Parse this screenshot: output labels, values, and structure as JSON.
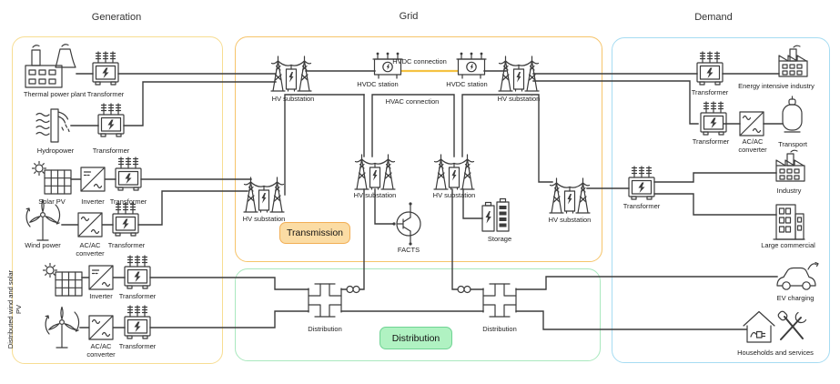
{
  "titles": {
    "generation": "Generation",
    "grid": "Grid",
    "demand": "Demand"
  },
  "labels": {
    "transformer": "Transformer",
    "inverter": "Inverter",
    "acac_converter": "AC/AC converter",
    "hv_substation": "HV substation",
    "hvdc_station": "HVDC station",
    "distribution_node": "Distribution"
  },
  "generation": {
    "thermal": "Thermal power plant",
    "hydro": "Hydropower",
    "solar": "Solar PV",
    "wind": "Wind power",
    "distributed": "Distributed wind and solar PV"
  },
  "grid": {
    "hvdc_connection": "HVDC connection",
    "hvac_connection": "HVAC connection",
    "facts": "FACTS",
    "storage": "Storage",
    "transmission_badge": "Transmission",
    "distribution_badge": "Distribution"
  },
  "demand": {
    "energy_intensive": "Energy intensive industry",
    "transport": "Transport",
    "industry": "Industry",
    "large_commercial": "Large commercial",
    "ev_charging": "EV charging",
    "households": "Households and services"
  },
  "colors": {
    "background": "#FFFFFF",
    "line": "#3C3C3C",
    "generation_border": "#F7DD92",
    "transmission_border": "#F6C46A",
    "distribution_border": "#A9E8BE",
    "demand_border": "#A6DCF2",
    "transmission_badge_fill": "#FBDCA4",
    "transmission_badge_border": "#F2AE55",
    "distribution_badge_fill": "#B0F2C2",
    "distribution_badge_border": "#6FD393",
    "hvdc_line": "#F5C242"
  }
}
